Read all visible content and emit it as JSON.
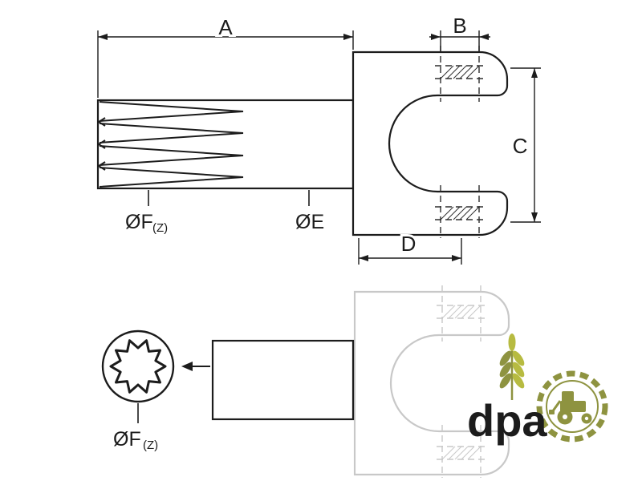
{
  "diagram": {
    "dimensions": {
      "a": "A",
      "b": "B",
      "c": "C",
      "d": "D"
    },
    "labels": {
      "shaft_spline_diameter": "ØF",
      "shaft_spline_diameter_sub": "(Z)",
      "shaft_diameter": "ØE",
      "bottom_spline_diameter": "ØF",
      "bottom_spline_diameter_sub": "(Z)"
    }
  },
  "watermark": {
    "brand": "dpa",
    "colors": {
      "olive": "#8e9340",
      "light_olive": "#b7bb41",
      "text_gray": "#58585a"
    }
  },
  "canvas": {
    "background": "#ffffff",
    "line_color": "#1c1c1c",
    "ghost_color": "#c8c8c8"
  }
}
